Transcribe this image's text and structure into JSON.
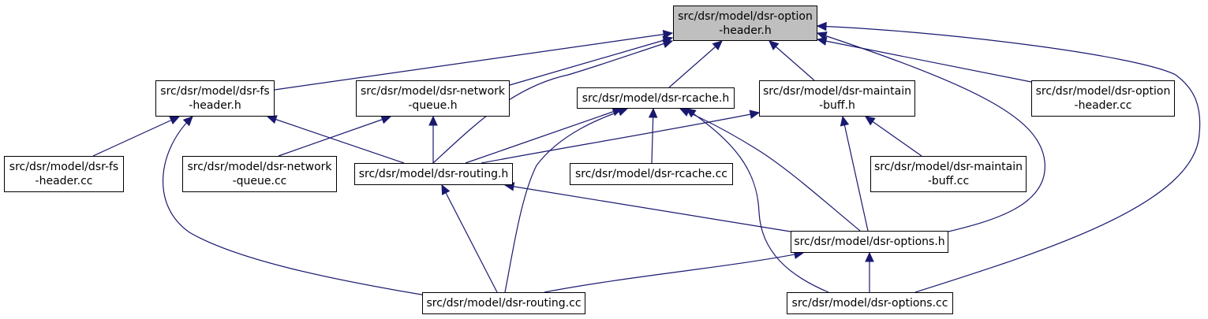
{
  "colors": {
    "edge": "#191970",
    "root_fill": "#bfbfbf",
    "node_fill": "#ffffff",
    "node_border": "#000000"
  },
  "nodes": {
    "option_header_h": {
      "lines": [
        "src/dsr/model/dsr-option",
        "-header.h"
      ]
    },
    "fs_header_h": {
      "lines": [
        "src/dsr/model/dsr-fs",
        "-header.h"
      ]
    },
    "network_queue_h": {
      "lines": [
        "src/dsr/model/dsr-network",
        "-queue.h"
      ]
    },
    "rcache_h": {
      "lines": [
        "src/dsr/model/dsr-rcache.h"
      ]
    },
    "maintain_buff_h": {
      "lines": [
        "src/dsr/model/dsr-maintain",
        "-buff.h"
      ]
    },
    "option_header_cc": {
      "lines": [
        "src/dsr/model/dsr-option",
        "-header.cc"
      ]
    },
    "fs_header_cc": {
      "lines": [
        "src/dsr/model/dsr-fs",
        "-header.cc"
      ]
    },
    "network_queue_cc": {
      "lines": [
        "src/dsr/model/dsr-network",
        "-queue.cc"
      ]
    },
    "routing_h": {
      "lines": [
        "src/dsr/model/dsr-routing.h"
      ]
    },
    "rcache_cc": {
      "lines": [
        "src/dsr/model/dsr-rcache.cc"
      ]
    },
    "maintain_buff_cc": {
      "lines": [
        "src/dsr/model/dsr-maintain",
        "-buff.cc"
      ]
    },
    "options_h": {
      "lines": [
        "src/dsr/model/dsr-options.h"
      ]
    },
    "routing_cc": {
      "lines": [
        "src/dsr/model/dsr-routing.cc"
      ]
    },
    "options_cc": {
      "lines": [
        "src/dsr/model/dsr-options.cc"
      ]
    }
  },
  "edges": [
    {
      "from": "fs_header_h",
      "to": "option_header_h"
    },
    {
      "from": "network_queue_h",
      "to": "option_header_h"
    },
    {
      "from": "routing_h",
      "to": "option_header_h"
    },
    {
      "from": "rcache_h",
      "to": "option_header_h"
    },
    {
      "from": "maintain_buff_h",
      "to": "option_header_h"
    },
    {
      "from": "option_header_cc",
      "to": "option_header_h"
    },
    {
      "from": "options_h",
      "to": "option_header_h"
    },
    {
      "from": "options_cc",
      "to": "option_header_h"
    },
    {
      "from": "fs_header_cc",
      "to": "fs_header_h"
    },
    {
      "from": "routing_h",
      "to": "fs_header_h"
    },
    {
      "from": "routing_cc",
      "to": "fs_header_h"
    },
    {
      "from": "network_queue_cc",
      "to": "network_queue_h"
    },
    {
      "from": "routing_h",
      "to": "network_queue_h"
    },
    {
      "from": "routing_h",
      "to": "rcache_h"
    },
    {
      "from": "rcache_cc",
      "to": "rcache_h"
    },
    {
      "from": "routing_cc",
      "to": "rcache_h"
    },
    {
      "from": "options_h",
      "to": "rcache_h"
    },
    {
      "from": "options_cc",
      "to": "rcache_h"
    },
    {
      "from": "routing_h",
      "to": "maintain_buff_h"
    },
    {
      "from": "maintain_buff_cc",
      "to": "maintain_buff_h"
    },
    {
      "from": "options_h",
      "to": "maintain_buff_h"
    },
    {
      "from": "routing_cc",
      "to": "routing_h"
    },
    {
      "from": "options_h",
      "to": "routing_h"
    },
    {
      "from": "routing_cc",
      "to": "options_h"
    },
    {
      "from": "options_cc",
      "to": "options_h"
    }
  ]
}
